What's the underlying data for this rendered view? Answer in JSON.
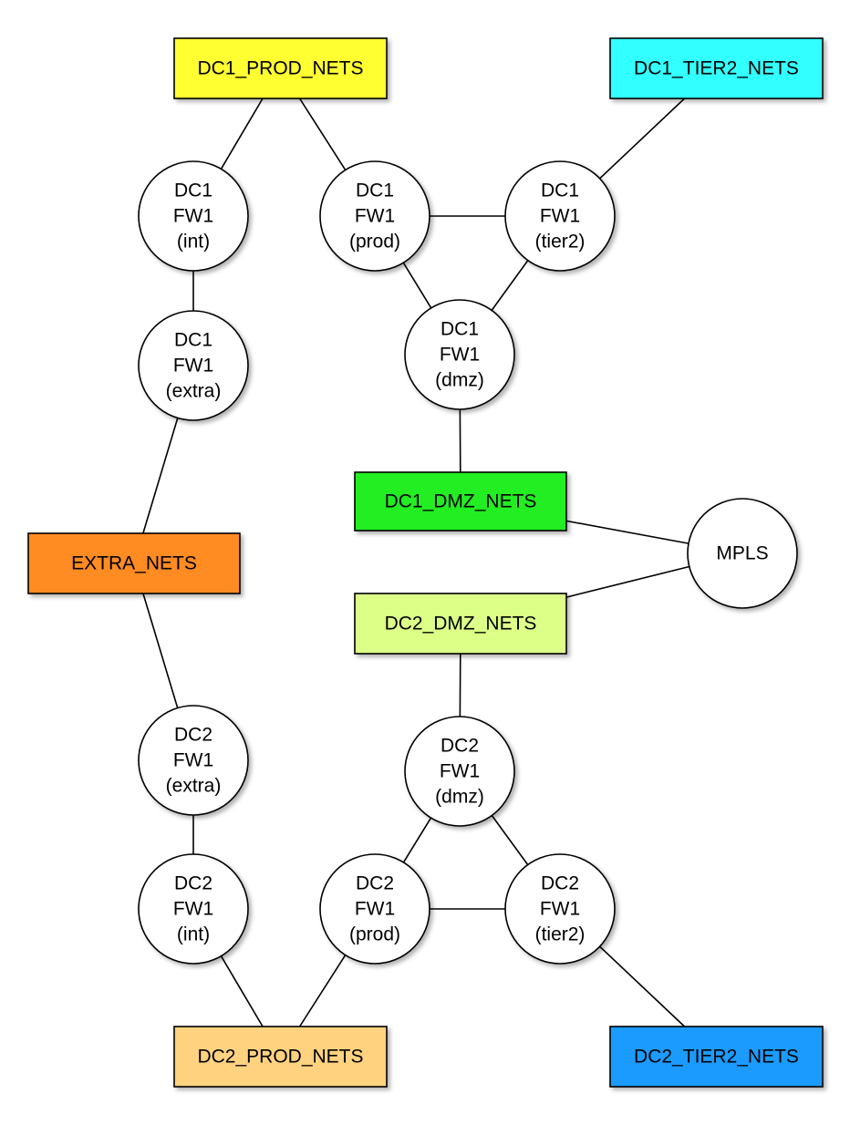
{
  "diagram": {
    "networks": [
      {
        "id": "dc1_prod",
        "label": "DC1_PROD_NETS",
        "color": "#FFFF33"
      },
      {
        "id": "dc1_tier2",
        "label": "DC1_TIER2_NETS",
        "color": "#33FFFF"
      },
      {
        "id": "dc1_dmz",
        "label": "DC1_DMZ_NETS",
        "color": "#22EE22"
      },
      {
        "id": "extra",
        "label": "EXTRA_NETS",
        "color": "#FF8C22"
      },
      {
        "id": "dc2_dmz",
        "label": "DC2_DMZ_NETS",
        "color": "#DDFF88"
      },
      {
        "id": "dc2_prod",
        "label": "DC2_PROD_NETS",
        "color": "#FFD280"
      },
      {
        "id": "dc2_tier2",
        "label": "DC2_TIER2_NETS",
        "color": "#1E9BFF"
      }
    ],
    "firewalls": [
      {
        "id": "dc1_int",
        "lines": [
          "DC1",
          "FW1",
          "(int)"
        ]
      },
      {
        "id": "dc1_prod_fw",
        "lines": [
          "DC1",
          "FW1",
          "(prod)"
        ]
      },
      {
        "id": "dc1_tier2_fw",
        "lines": [
          "DC1",
          "FW1",
          "(tier2)"
        ]
      },
      {
        "id": "dc1_extra",
        "lines": [
          "DC1",
          "FW1",
          "(extra)"
        ]
      },
      {
        "id": "dc1_dmz_fw",
        "lines": [
          "DC1",
          "FW1",
          "(dmz)"
        ]
      },
      {
        "id": "mpls",
        "lines": [
          "MPLS"
        ]
      },
      {
        "id": "dc2_extra",
        "lines": [
          "DC2",
          "FW1",
          "(extra)"
        ]
      },
      {
        "id": "dc2_dmz_fw",
        "lines": [
          "DC2",
          "FW1",
          "(dmz)"
        ]
      },
      {
        "id": "dc2_int",
        "lines": [
          "DC2",
          "FW1",
          "(int)"
        ]
      },
      {
        "id": "dc2_prod_fw",
        "lines": [
          "DC2",
          "FW1",
          "(prod)"
        ]
      },
      {
        "id": "dc2_tier2_fw",
        "lines": [
          "DC2",
          "FW1",
          "(tier2)"
        ]
      }
    ],
    "links": [
      [
        "dc1_prod",
        "dc1_int"
      ],
      [
        "dc1_prod",
        "dc1_prod_fw"
      ],
      [
        "dc1_tier2",
        "dc1_tier2_fw"
      ],
      [
        "dc1_int",
        "dc1_extra"
      ],
      [
        "dc1_prod_fw",
        "dc1_tier2_fw"
      ],
      [
        "dc1_prod_fw",
        "dc1_dmz_fw"
      ],
      [
        "dc1_tier2_fw",
        "dc1_dmz_fw"
      ],
      [
        "dc1_dmz_fw",
        "dc1_dmz"
      ],
      [
        "dc1_extra",
        "extra"
      ],
      [
        "dc1_dmz",
        "mpls"
      ],
      [
        "dc2_dmz",
        "mpls"
      ],
      [
        "extra",
        "dc2_extra"
      ],
      [
        "dc2_dmz",
        "dc2_dmz_fw"
      ],
      [
        "dc2_extra",
        "dc2_int"
      ],
      [
        "dc2_dmz_fw",
        "dc2_prod_fw"
      ],
      [
        "dc2_dmz_fw",
        "dc2_tier2_fw"
      ],
      [
        "dc2_prod_fw",
        "dc2_tier2_fw"
      ],
      [
        "dc2_int",
        "dc2_prod"
      ],
      [
        "dc2_prod_fw",
        "dc2_prod"
      ],
      [
        "dc2_tier2_fw",
        "dc2_tier2"
      ]
    ]
  }
}
